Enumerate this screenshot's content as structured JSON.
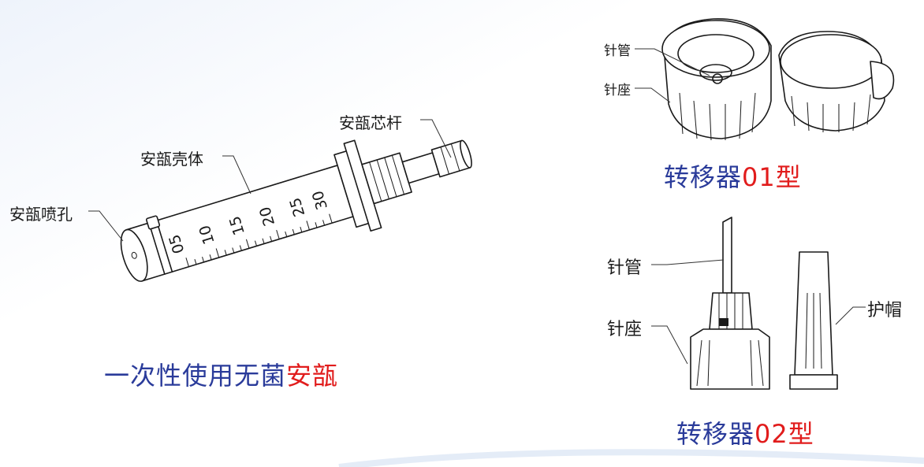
{
  "ampoule": {
    "labels": {
      "core_rod": "安瓿芯杆",
      "shell": "安瓿壳体",
      "nozzle": "安瓿喷孔"
    },
    "scale_marks": [
      "05",
      "10",
      "15",
      "20",
      "25",
      "30"
    ],
    "caption_main": "一次性使用无菌",
    "caption_highlight": "安瓿"
  },
  "adapter01": {
    "labels": {
      "needle_tube": "针管",
      "needle_seat": "针座"
    },
    "caption_main": "转移器",
    "caption_highlight": "01型"
  },
  "adapter02": {
    "labels": {
      "needle_tube": "针管",
      "needle_seat": "针座",
      "cap": "护帽"
    },
    "caption_main": "转移器",
    "caption_highlight": "02型"
  },
  "colors": {
    "caption_blue": "#2a3b9a",
    "caption_red": "#e11c1c"
  }
}
